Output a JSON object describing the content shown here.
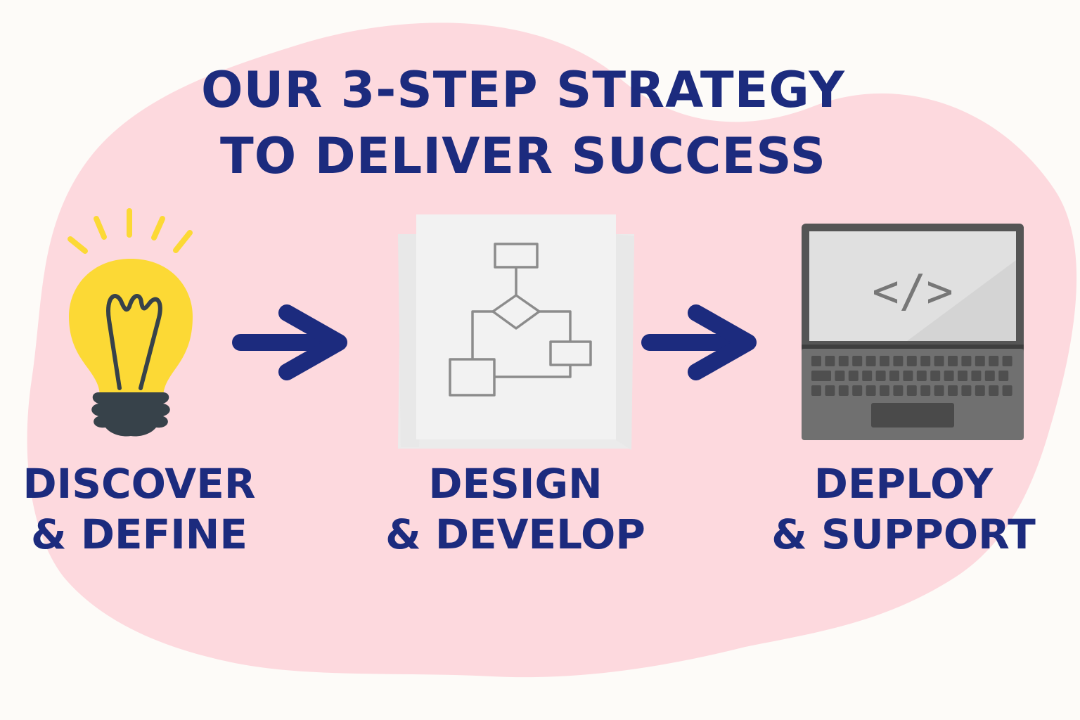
{
  "title": {
    "line1": "OUR 3-STEP STRATEGY",
    "line2": "TO DELIVER SUCCESS"
  },
  "steps": [
    {
      "icon": "lightbulb-icon",
      "line1": "DISCOVER",
      "line2": "& DEFINE"
    },
    {
      "icon": "flowchart-icon",
      "line1": "DESIGN",
      "line2": "& DEVELOP"
    },
    {
      "icon": "laptop-code-icon",
      "line1": "DEPLOY",
      "line2": "& SUPPORT"
    }
  ],
  "laptop_screen_glyph": "</>",
  "colors": {
    "background": "#fdfbf8",
    "blob": "#fdd9de",
    "text": "#1c2b7e",
    "arrow": "#1c2b7e",
    "bulb": "#fcd935",
    "bulb_base": "#37424a",
    "laptop_body": "#555555",
    "paper": "#f2f2f2"
  }
}
